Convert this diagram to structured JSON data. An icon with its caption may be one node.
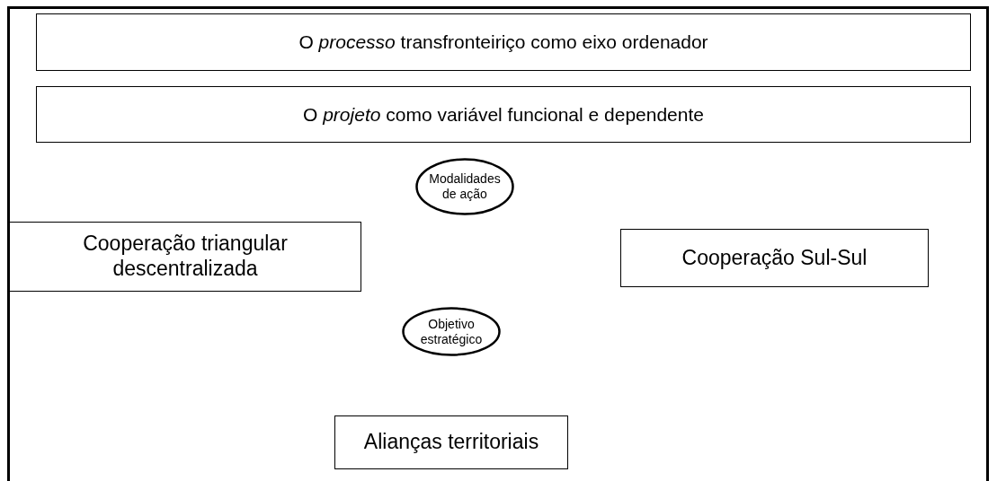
{
  "diagram": {
    "nodes": [
      {
        "text": [
          "O *processo* transfronteiriço como eixo ordenador"
        ]
      },
      {
        "text": [
          "O *projeto* como variável funcional e dependente"
        ]
      },
      {
        "text": [
          "Modalidades de ação"
        ]
      },
      {
        "text": [
          "Cooperação triangular descentralizada"
        ]
      },
      {
        "text": [
          "Cooperação Sul-Sul"
        ]
      },
      {
        "text": [
          "Objetivo estratégico"
        ]
      },
      {
        "text": [
          "Alianças territoriais"
        ]
      }
    ]
  }
}
